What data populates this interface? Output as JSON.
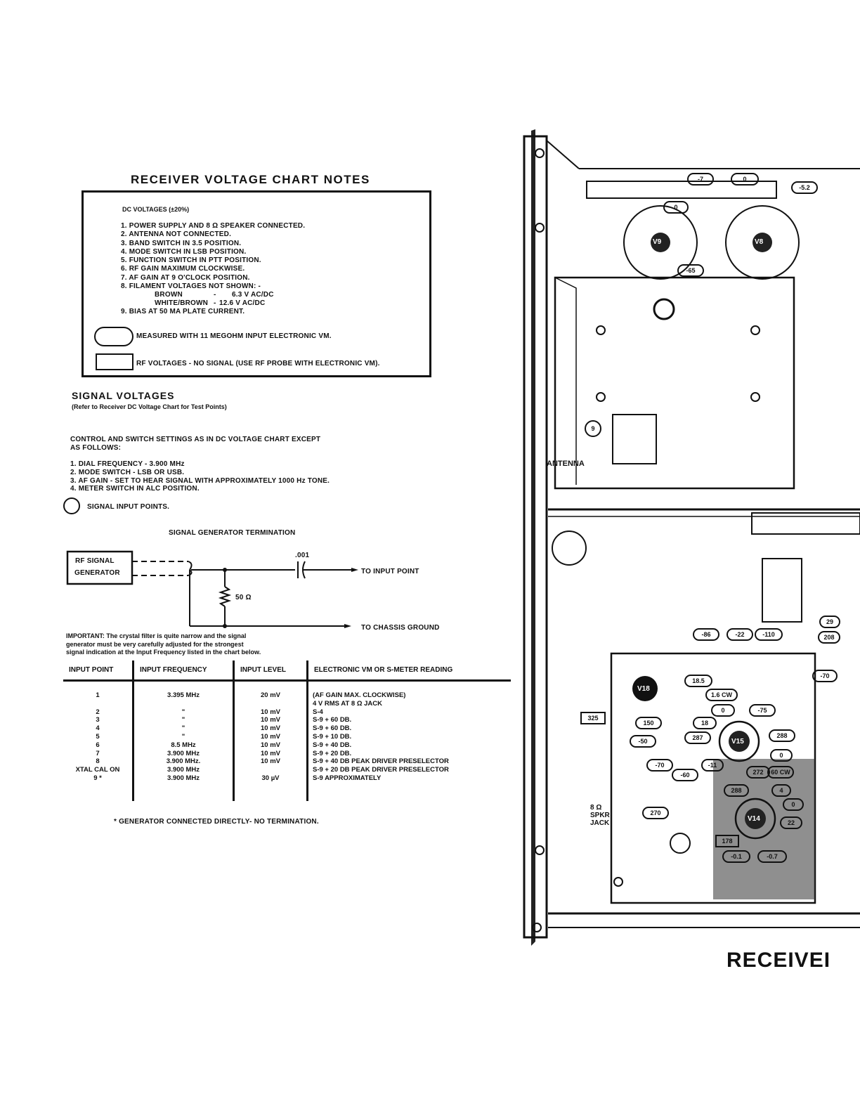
{
  "notes": {
    "title": "RECEIVER VOLTAGE CHART NOTES",
    "dc_header": "DC VOLTAGES (±20%)",
    "items": [
      "1.  POWER SUPPLY AND 8 Ω SPEAKER CONNECTED.",
      "2.  ANTENNA NOT CONNECTED.",
      "3.  BAND SWITCH IN 3.5 POSITION.",
      "4.  MODE SWITCH IN LSB POSITION.",
      "5.  FUNCTION SWITCH IN PTT POSITION.",
      "6.  RF GAIN MAXIMUM CLOCKWISE.",
      "7.  AF GAIN AT 9 O'CLOCK POSITION.",
      "8.  FILAMENT VOLTAGES NOT SHOWN: -"
    ],
    "filament": [
      {
        "color": "BROWN",
        "dash": "-",
        "value": "6.3 V AC/DC"
      },
      {
        "color": "WHITE/BROWN",
        "dash": "-",
        "value": "12.6 V AC/DC"
      }
    ],
    "item9": "9.  BIAS AT 50 MA PLATE CURRENT.",
    "legend_oval": "MEASURED WITH 11 MEGOHM INPUT ELECTRONIC VM.",
    "legend_rect": "RF VOLTAGES - NO SIGNAL (USE RF PROBE WITH ELECTRONIC VM)."
  },
  "signal": {
    "title": "SIGNAL VOLTAGES",
    "subtitle": "(Refer to Receiver DC Voltage Chart for Test Points)",
    "control_1": "CONTROL AND SWITCH SETTINGS AS IN DC VOLTAGE CHART EXCEPT",
    "control_2": "AS FOLLOWS:",
    "settings": [
      "1.  DIAL FREQUENCY -   3.900 MHz",
      "2.  MODE SWITCH -   LSB OR USB.",
      "3.  AF GAIN -   SET TO HEAR SIGNAL WITH APPROXIMATELY 1000 Hz TONE.",
      "4.  METER SWITCH IN ALC POSITION."
    ],
    "input_points": "SIGNAL INPUT POINTS."
  },
  "termination": {
    "title": "SIGNAL GENERATOR TERMINATION",
    "gen_1": "RF SIGNAL",
    "gen_2": "GENERATOR",
    "cap": ".001",
    "res": "50 Ω",
    "to_input": "TO INPUT POINT",
    "to_ground": "TO CHASSIS GROUND"
  },
  "important": [
    "IMPORTANT: The crystal filter is quite narrow and the signal",
    "generator must be very carefully adjusted for the strongest",
    "signal indication at the Input Frequency listed in the chart below."
  ],
  "table": {
    "headers": [
      "INPUT POINT",
      "INPUT FREQUENCY",
      "INPUT LEVEL",
      "ELECTRONIC VM OR S-METER  READING"
    ],
    "rows": [
      [
        "1",
        "3.395 MHz",
        "20 mV",
        "(AF GAIN MAX. CLOCKWISE)"
      ],
      [
        "",
        "",
        "",
        "4 V RMS AT 8 Ω JACK"
      ],
      [
        "2",
        "\"",
        "10 mV",
        "S-4"
      ],
      [
        "3",
        "\"",
        "10 mV",
        "S-9 + 60 DB."
      ],
      [
        "4",
        "\"",
        "10 mV",
        "S-9 + 60 DB."
      ],
      [
        "5",
        "\"",
        "10 mV",
        "S-9 + 10 DB."
      ],
      [
        "6",
        "8.5 MHz",
        "10 mV",
        "S-9 + 40 DB."
      ],
      [
        "7",
        "3.900 MHz",
        "10 mV",
        "S-9 + 20 DB."
      ],
      [
        "8",
        "3.900 MHz.",
        "10 mV",
        "S-9 + 40 DB PEAK DRIVER PRESELECTOR"
      ],
      [
        "XTAL CAL ON",
        "3.900 MHz",
        "",
        "S-9 + 20 DB PEAK DRIVER PRESELECTOR"
      ],
      [
        "9 *",
        "3.900 MHz",
        "30 µV",
        "S-9 APPROXIMATELY"
      ]
    ],
    "footnote": "* GENERATOR CONNECTED DIRECTLY- NO TERMINATION."
  },
  "chassis": {
    "title": "RECEIVEI",
    "tubes": [
      "V9",
      "V8",
      "V18",
      "V15",
      "V14"
    ],
    "top_oval_values": [
      "-7",
      "0",
      "-5.2",
      "0",
      "-65"
    ],
    "labels": {
      "antenna": "ANTENNA",
      "test_point": "9",
      "spkr_1": "8 Ω",
      "spkr_2": "SPKR",
      "spkr_3": "JACK"
    },
    "lower_values": [
      "-86",
      "-22",
      "-110",
      "-70",
      "18.5",
      "1.6 CW",
      "0",
      "-75",
      "325",
      "150",
      "18",
      "-50",
      "287",
      "288",
      "0",
      "-70",
      "-11",
      "-60",
      "272",
      "60 CW",
      "288",
      "4",
      "0",
      "270",
      "22",
      "178",
      "-0.1",
      "-0.7",
      "29",
      "208"
    ]
  }
}
